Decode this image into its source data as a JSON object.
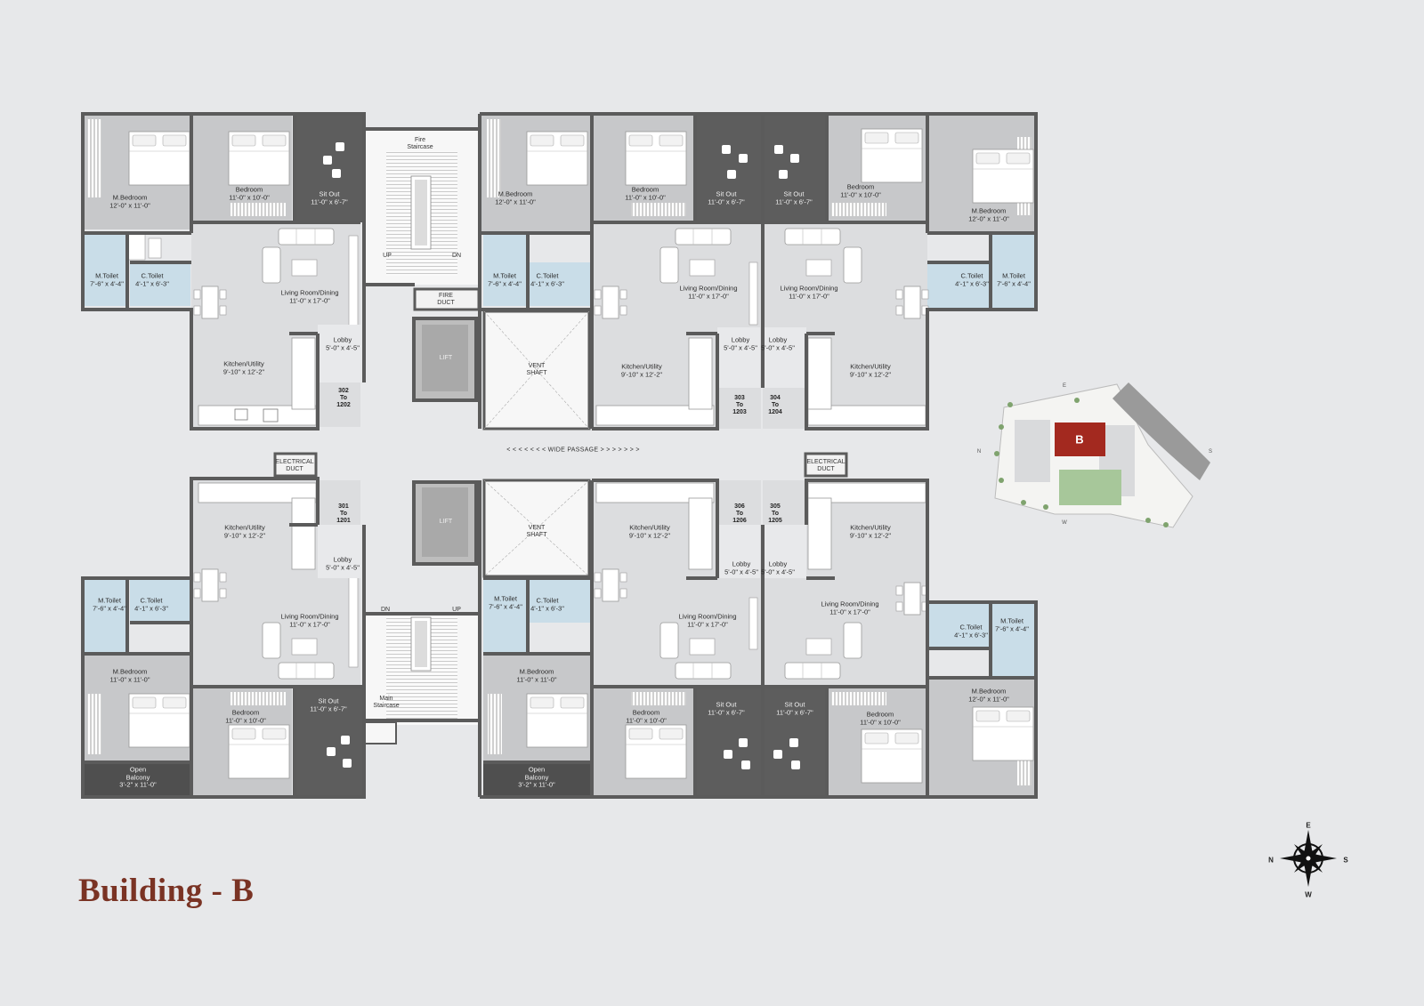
{
  "title": "Building - B",
  "corridor": "< < < < < < < WIDE PASSAGE > > > > > > >",
  "core": {
    "fire_staircase": "Fire\nStaircase",
    "main_staircase": "Main\nStaircase",
    "up": "UP",
    "dn": "DN",
    "fire_duct": "FIRE\nDUCT",
    "lift": "LIFT",
    "vent_shaft": "VENT\nSHAFT",
    "electrical_duct": "ELECTRICAL\nDUCT"
  },
  "units": [
    {
      "id": "302-1202",
      "label": "302\nTo\n1202"
    },
    {
      "id": "303-1203",
      "label": "303\nTo\n1203"
    },
    {
      "id": "304-1204",
      "label": "304\nTo\n1204"
    },
    {
      "id": "301-1201",
      "label": "301\nTo\n1201"
    },
    {
      "id": "306-1206",
      "label": "306\nTo\n1206"
    },
    {
      "id": "305-1205",
      "label": "305\nTo\n1205"
    }
  ],
  "rooms": [
    {
      "name": "M.Bedroom",
      "dim": "12'-0\" x 11'-0\""
    },
    {
      "name": "Bedroom",
      "dim": "11'-0\" x 10'-0\""
    },
    {
      "name": "Sit Out",
      "dim": "11'-0\" x 6'-7\""
    },
    {
      "name": "M.Toilet",
      "dim": "7'-6\" x 4'-4\""
    },
    {
      "name": "C.Toilet",
      "dim": "4'-1\" x 6'-3\""
    },
    {
      "name": "Living Room/Dining",
      "dim": "11'-0\" x 17'-0\""
    },
    {
      "name": "Lobby",
      "dim": "5'-0\" x 4'-5\""
    },
    {
      "name": "Kitchen/Utility",
      "dim": "9'-10\" x 12'-2\""
    },
    {
      "name": "M.Bedroom",
      "dim": "12'-0\" x 11'-0\""
    },
    {
      "name": "Bedroom",
      "dim": "11'-0\" x 10'-0\""
    },
    {
      "name": "Sit Out",
      "dim": "11'-0\" x 6'-7\""
    },
    {
      "name": "M.Toilet",
      "dim": "7'-6\" x 4'-4\""
    },
    {
      "name": "C.Toilet",
      "dim": "4'-1\" x 6'-3\""
    },
    {
      "name": "Living Room/Dining",
      "dim": "11'-0\" x 17'-0\""
    },
    {
      "name": "Lobby",
      "dim": "5'-0\" x 4'-5\""
    },
    {
      "name": "Kitchen/Utility",
      "dim": "9'-10\" x 12'-2\""
    },
    {
      "name": "Sit Out",
      "dim": "11'-0\" x 6'-7\""
    },
    {
      "name": "Bedroom",
      "dim": "11'-0\" x 10'-0\""
    },
    {
      "name": "M.Bedroom",
      "dim": "12'-0\" x 11'-0\""
    },
    {
      "name": "C.Toilet",
      "dim": "4'-1\" x 6'-3\""
    },
    {
      "name": "M.Toilet",
      "dim": "7'-6\" x 4'-4\""
    },
    {
      "name": "Living Room/Dining",
      "dim": "11'-0\" x 17'-0\""
    },
    {
      "name": "Lobby",
      "dim": "5'-0\" x 4'-5\""
    },
    {
      "name": "Kitchen/Utility",
      "dim": "9'-10\" x 12'-2\""
    },
    {
      "name": "Kitchen/Utility",
      "dim": "9'-10\" x 12'-2\""
    },
    {
      "name": "Lobby",
      "dim": "5'-0\" x 4'-5\""
    },
    {
      "name": "M.Toilet",
      "dim": "7'-6\" x 4'-4\""
    },
    {
      "name": "C.Toilet",
      "dim": "4'-1\" x 6'-3\""
    },
    {
      "name": "Living Room/Dining",
      "dim": "11'-0\" x 17'-0\""
    },
    {
      "name": "M.Bedroom",
      "dim": "11'-0\" x 11'-0\""
    },
    {
      "name": "Bedroom",
      "dim": "11'-0\" x 10'-0\""
    },
    {
      "name": "Sit Out",
      "dim": "11'-0\" x 6'-7\""
    },
    {
      "name": "Open\nBalcony",
      "dim": "3'-2\" x 11'-0\""
    },
    {
      "name": "Kitchen/Utility",
      "dim": "9'-10\" x 12'-2\""
    },
    {
      "name": "Lobby",
      "dim": "5'-0\" x 4'-5\""
    },
    {
      "name": "M.Toilet",
      "dim": "7'-6\" x 4'-4\""
    },
    {
      "name": "C.Toilet",
      "dim": "4'-1\" x 6'-3\""
    },
    {
      "name": "Living Room/Dining",
      "dim": "11'-0\" x 17'-0\""
    },
    {
      "name": "M.Bedroom",
      "dim": "11'-0\" x 11'-0\""
    },
    {
      "name": "Bedroom",
      "dim": "11'-0\" x 10'-0\""
    },
    {
      "name": "Sit Out",
      "dim": "11'-0\" x 6'-7\""
    },
    {
      "name": "Open\nBalcony",
      "dim": "3'-2\" x 11'-0\""
    },
    {
      "name": "Kitchen/Utility",
      "dim": "9'-10\" x 12'-2\""
    },
    {
      "name": "Lobby",
      "dim": "5'-0\" x 4'-5\""
    },
    {
      "name": "Living Room/Dining",
      "dim": "11'-0\" x 17'-0\""
    },
    {
      "name": "C.Toilet",
      "dim": "4'-1\" x 6'-3\""
    },
    {
      "name": "M.Toilet",
      "dim": "7'-6\" x 4'-4\""
    },
    {
      "name": "Sit Out",
      "dim": "11'-0\" x 6'-7\""
    },
    {
      "name": "Bedroom",
      "dim": "11'-0\" x 10'-0\""
    },
    {
      "name": "M.Bedroom",
      "dim": "12'-0\" x 11'-0\""
    }
  ],
  "keyplan": {
    "marker": "B",
    "n": "N",
    "s": "S",
    "e": "E",
    "w": "W"
  },
  "compass": {
    "n": "N",
    "s": "S",
    "e": "E",
    "w": "W"
  },
  "colors": {
    "title": "#7a3324",
    "marker": "#a3291f",
    "wall": "#5b5b5b",
    "sitout": "#5d5d5d",
    "bedroom": "#c7c8ca",
    "toilet": "#c9dde8",
    "living": "#dcdddf",
    "background": "#e7e8ea"
  }
}
